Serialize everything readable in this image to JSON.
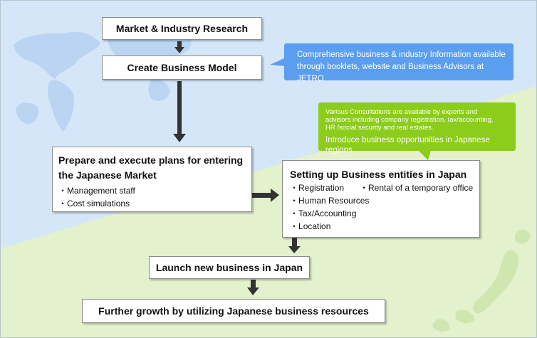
{
  "steps": {
    "market_research": "Market & Industry Research",
    "create_model": "Create Business Model",
    "prepare": {
      "title_line1": "Prepare and execute plans for entering",
      "title_line2": "the Japanese Market",
      "items": [
        "Management staff",
        "Cost simulations"
      ]
    },
    "setup": {
      "title": "Setting up Business entities in Japan",
      "items": [
        "Registration",
        "Rental of a temporary office",
        "Human Resources",
        "Tax/Accounting",
        "Location"
      ]
    },
    "launch": "Launch new business in Japan",
    "growth": "Further growth by utilizing Japanese business resources"
  },
  "callouts": {
    "blue": {
      "line1": "Comprehensive business & industry Information available",
      "line2": "through booklets, website and  Business Advisors at JETRO"
    },
    "green": {
      "small_line1": "Various Consultations are available by experts and",
      "small_line2": "advisors including company registration, tax/accounting,",
      "small_line3": "HR /social security and real estates.",
      "big_line": "Introduce business opportunities in Japanese regions"
    }
  },
  "colors": {
    "sky_blue": "#d5e6f8",
    "pale_green": "#e3f1cd",
    "arrow": "#333333",
    "callout_blue": "#5b9ef0",
    "callout_green": "#8ccc1a"
  }
}
